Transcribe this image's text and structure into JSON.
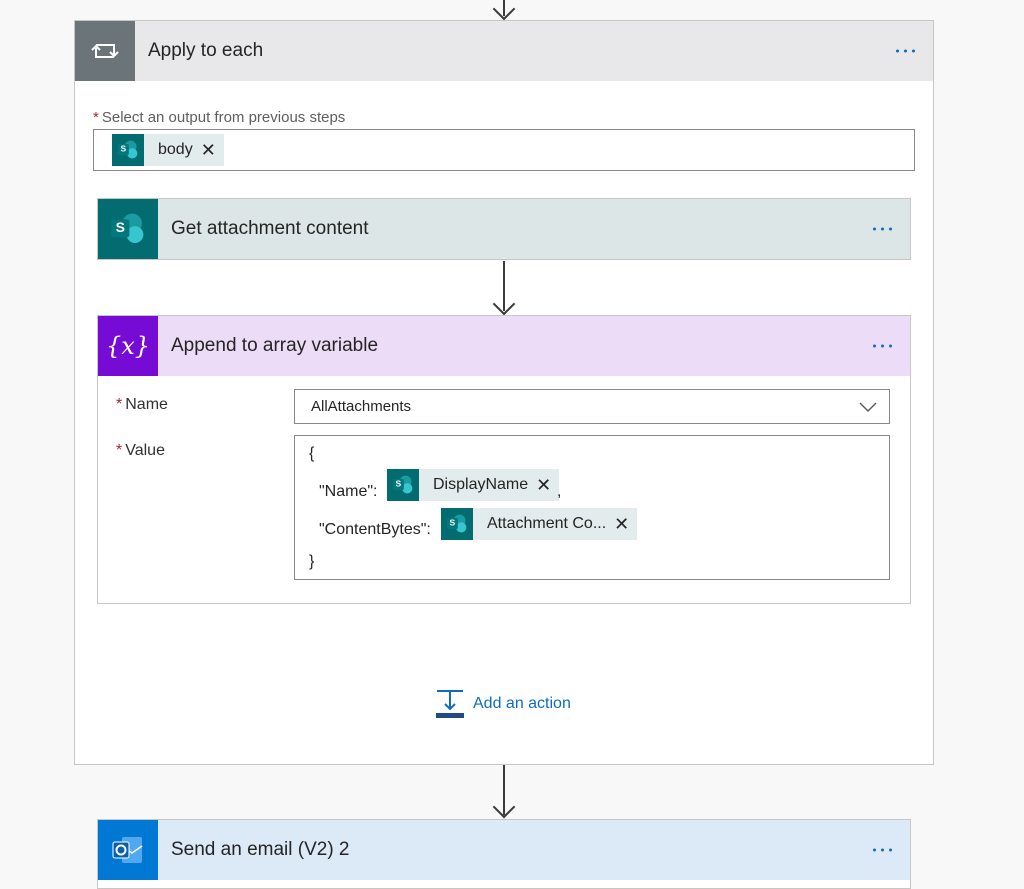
{
  "apply_to_each": {
    "title": "Apply to each",
    "select_output_label": "Select an output from previous steps",
    "required_marker": "*",
    "tokens": [
      {
        "label": "body",
        "remove": "✕"
      }
    ]
  },
  "get_attachment": {
    "title": "Get attachment content"
  },
  "append_variable": {
    "title": "Append to array variable",
    "icon_text": "{x}",
    "name_label": "Name",
    "name_value": "AllAttachments",
    "value_label": "Value",
    "value_lines": {
      "open_brace": "{",
      "name_key": "\"Name\":",
      "name_token": "DisplayName",
      "comma": ",",
      "content_key": "\"ContentBytes\":",
      "content_token": "Attachment Co...",
      "close_brace": "}"
    },
    "token_remove": "✕"
  },
  "add_action": {
    "label": "Add an action"
  },
  "send_email": {
    "title": "Send an email (V2) 2"
  },
  "icons": {
    "loop": "loop-icon",
    "sharepoint": "sharepoint-icon",
    "variable": "variable-icon",
    "outlook": "outlook-icon",
    "more": "more-options-icon"
  },
  "colors": {
    "apply_header_bg": "#e8e8ea",
    "apply_icon_bg": "#6b7478",
    "sharepoint": "#036c70",
    "sharepoint_header_bg": "#dde6e6",
    "variable": "#770bd6",
    "variable_header_bg": "#ecdcf7",
    "outlook": "#0078d4",
    "outlook_header_bg": "#dce9f6",
    "link": "#0f6cbd"
  }
}
